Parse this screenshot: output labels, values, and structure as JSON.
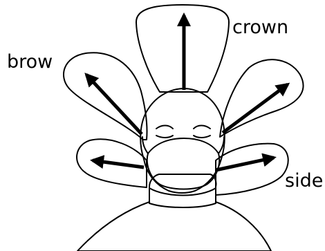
{
  "labels": {
    "crown": "crown",
    "brow": "brow",
    "side": "side"
  },
  "colors": {
    "crown": "#f080f0",
    "brow": "#a6f58a",
    "side": "#7f7f7f",
    "outline": "#000000",
    "background": "#ffffff"
  },
  "icons": {
    "head": "head-with-face-mask",
    "arrows": "arrow-icon"
  }
}
